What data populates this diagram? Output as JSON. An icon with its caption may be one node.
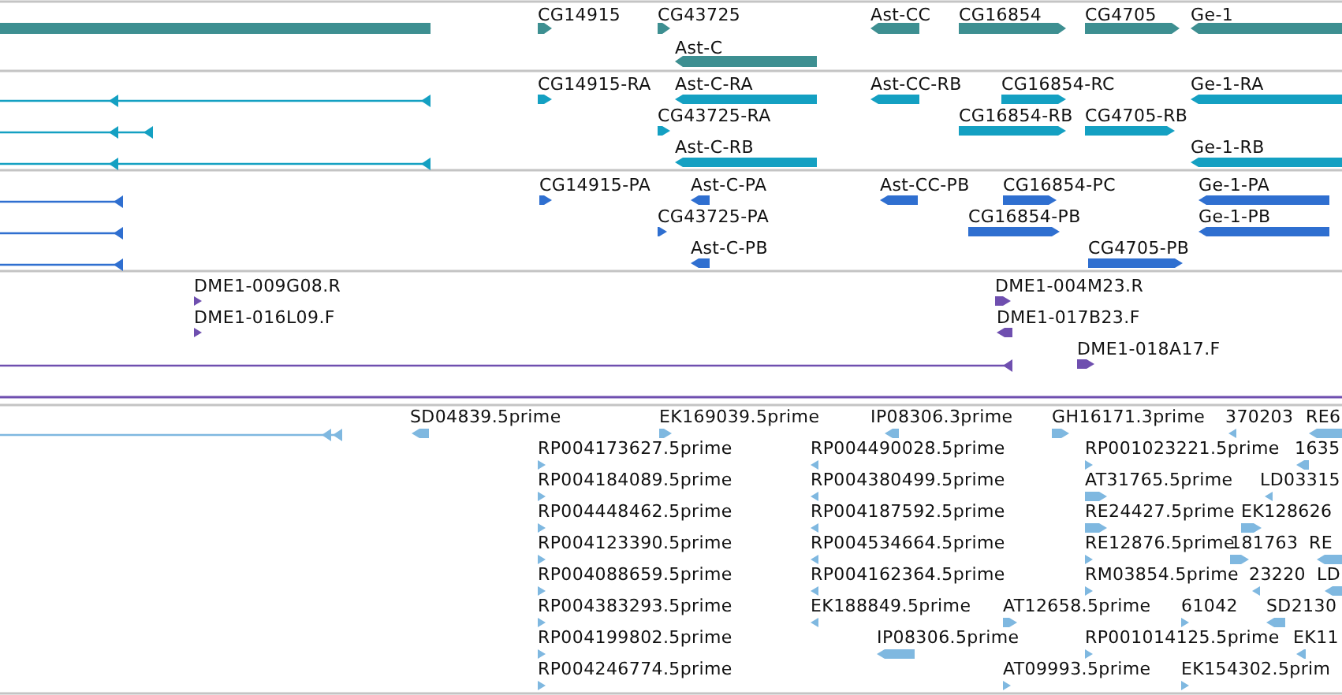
{
  "diagram": {
    "labels": [
      "CG14915",
      "CG43725",
      "Ast-CC",
      "CG16854",
      "CG4705",
      "Ge-1",
      "Ast-C",
      "CG14915-RA",
      "Ast-C-RA",
      "Ast-CC-RB",
      "CG16854-RC",
      "Ge-1-RA",
      "CG43725-RA",
      "CG16854-RB",
      "CG4705-RB",
      "Ast-C-RB",
      "Ge-1-RB",
      "CG14915-PA",
      "Ast-C-PA",
      "Ast-CC-PB",
      "CG16854-PC",
      "Ge-1-PA",
      "CG43725-PA",
      "CG16854-PB",
      "Ge-1-PB",
      "Ast-C-PB",
      "CG4705-PB",
      "DME1-009G08.R",
      "DME1-004M23.R",
      "DME1-016L09.F",
      "DME1-017B23.F",
      "DME1-018A17.F",
      "SD04839.5prime",
      "EK169039.5prime",
      "IP08306.3prime",
      "GH16171.3prime",
      "370203",
      "RE6",
      "RP004173627.5prime",
      "RP004490028.5prime",
      "RP001023221.5prime",
      "1635",
      "RP004184089.5prime",
      "RP004380499.5prime",
      "AT31765.5prime",
      "LD03315",
      "RP004448462.5prime",
      "RP004187592.5prime",
      "RE24427.5prime",
      "EK128626",
      "RP004123390.5prime",
      "RP004534664.5prime",
      "RE12876.5prime",
      "181763",
      "RE",
      "RP004088659.5prime",
      "RP004162364.5prime",
      "RM03854.5prime",
      "23220",
      "LD",
      "RP004383293.5prime",
      "EK188849.5prime",
      "AT12658.5prime",
      "61042",
      "SD2130",
      "RP004199802.5prime",
      "IP08306.5prime",
      "RP001014125.5prime",
      "EK11",
      "RP004246774.5prime",
      "AT09993.5prime",
      "EK154302.5prim"
    ]
  }
}
